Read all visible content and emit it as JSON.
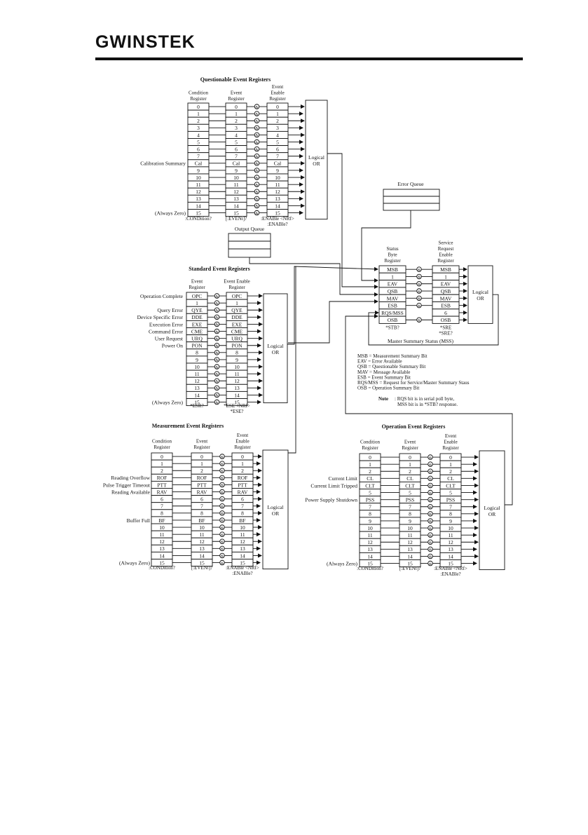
{
  "header": {
    "brand": "GWINSTEK"
  },
  "shared": {
    "and_symbol": "&",
    "or_label": [
      "Logical",
      "OR"
    ]
  },
  "questionable": {
    "title": "Questionable Event Registers",
    "col_headers": [
      [
        "Condition",
        "Register"
      ],
      [
        "Event",
        "Register"
      ],
      [
        "Event",
        "Enable",
        "Register"
      ]
    ],
    "rows": [
      "0",
      "1",
      "2",
      "3",
      "4",
      "5",
      "6",
      "7",
      "Cal",
      "9",
      "10",
      "11",
      "12",
      "13",
      "14",
      "15"
    ],
    "side_labels": [
      {
        "row": 8,
        "text": "Calibration Summary"
      },
      {
        "row": 15,
        "text": "(Always Zero)"
      }
    ],
    "commands": [
      [
        ":CONDition?"
      ],
      [
        "[:EVENt]?"
      ],
      [
        ":ENABle <NRf>",
        ":ENABle?"
      ]
    ]
  },
  "error_queue": {
    "title": "Error Queue"
  },
  "output_queue": {
    "title": "Output Queue"
  },
  "standard": {
    "title": "Standard Event Registers",
    "col_headers": [
      [
        "Event",
        "Register"
      ],
      [
        "Event Enable",
        "Register"
      ]
    ],
    "rows": [
      "OPC",
      "1",
      "QYE",
      "DDE",
      "EXE",
      "CME",
      "URQ",
      "PON",
      "8",
      "9",
      "10",
      "11",
      "12",
      "13",
      "14",
      "15"
    ],
    "side_labels": [
      {
        "row": 0,
        "text": "Operation Complete"
      },
      {
        "row": 2,
        "text": "Query Error"
      },
      {
        "row": 3,
        "text": "Device Specific Error"
      },
      {
        "row": 4,
        "text": "Execution Error"
      },
      {
        "row": 5,
        "text": "Command Error"
      },
      {
        "row": 6,
        "text": "User Request"
      },
      {
        "row": 7,
        "text": "Power On"
      },
      {
        "row": 15,
        "text": "(Always Zero)"
      }
    ],
    "commands": [
      [
        "*ESR?"
      ],
      [
        "*ESE <NRf>",
        "*ESE?"
      ]
    ]
  },
  "status_byte": {
    "col_headers": [
      [
        "Status",
        "Byte",
        "Register"
      ],
      [
        "Service",
        "Request",
        "Enable",
        "Register"
      ]
    ],
    "status_rows": [
      "MSB",
      "1",
      "EAV",
      "QSB",
      "MAV",
      "ESB",
      "RQS/MSS",
      "OSB"
    ],
    "enable_rows": [
      "MSB",
      "1",
      "EAV",
      "QSB",
      "MAV",
      "ESB",
      "6",
      "OSB"
    ],
    "commands": [
      [
        "*STB?"
      ],
      [
        "*SRE",
        "*SRE?"
      ]
    ],
    "mss_label": "Master Summary Status (MSS)"
  },
  "legend": [
    "MSB = Measurement Summary Bit",
    "EAV = Error Available",
    "QSB = Questionable Summary Bit",
    "MAV = Message Available",
    "ESB = Event Summary Bit",
    "RQS/MSS = Request for Service/Master Summary Staus",
    "OSB = Operation Summary Bit"
  ],
  "note": {
    "label": "Note",
    "lines": [
      ": RQS bit is in serial poll byte,",
      "MSS bit is in *STB? response."
    ]
  },
  "measurement": {
    "title": "Measurement Event Registers",
    "col_headers": [
      [
        "Condition",
        "Register"
      ],
      [
        "Event",
        "Register"
      ],
      [
        "Event",
        "Enable",
        "Register"
      ]
    ],
    "rows": [
      "0",
      "1",
      "2",
      "ROF",
      "PTT",
      "RAV",
      "6",
      "7",
      "8",
      "BF",
      "10",
      "11",
      "12",
      "13",
      "14",
      "15"
    ],
    "side_labels": [
      {
        "row": 3,
        "text": "Reading Overflow"
      },
      {
        "row": 4,
        "text": "Pulse Trigger Timeout"
      },
      {
        "row": 5,
        "text": "Reading Available"
      },
      {
        "row": 9,
        "text": "Buffer Full"
      },
      {
        "row": 15,
        "text": "(Always Zero)"
      }
    ],
    "commands": [
      [
        ":CONDition?"
      ],
      [
        "[:EVENt]?"
      ],
      [
        ":ENABle <NRf>",
        ":ENABle?"
      ]
    ]
  },
  "operation": {
    "title": "Operation Event Registers",
    "col_headers": [
      [
        "Condition",
        "Register"
      ],
      [
        "Event",
        "Register"
      ],
      [
        "Event",
        "Enable",
        "Register"
      ]
    ],
    "rows": [
      "0",
      "1",
      "2",
      "CL",
      "CLT",
      "5",
      "PSS",
      "7",
      "8",
      "9",
      "10",
      "11",
      "12",
      "13",
      "14",
      "15"
    ],
    "side_labels": [
      {
        "row": 3,
        "text": "Current Limit"
      },
      {
        "row": 4,
        "text": "Current Limit Tripped"
      },
      {
        "row": 6,
        "text": "Power Supply Shutdown"
      },
      {
        "row": 15,
        "text": "(Always Zero)"
      }
    ],
    "commands": [
      [
        ":CONDition?"
      ],
      [
        "[:EVENt]?"
      ],
      [
        ":ENABle <NRf>",
        ":ENABle?"
      ]
    ]
  }
}
